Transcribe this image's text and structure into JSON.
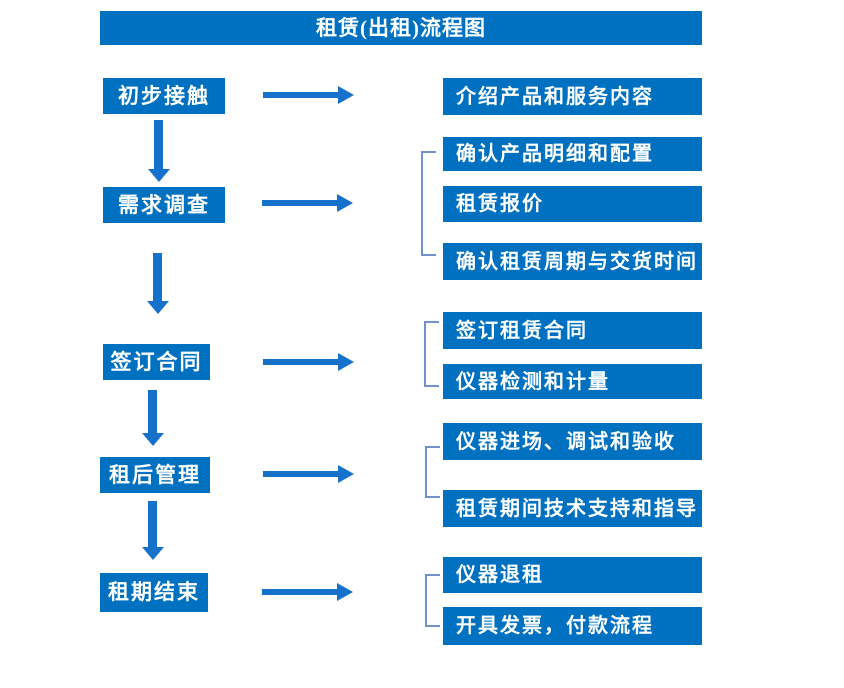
{
  "title": "租赁(出租)流程图",
  "colors": {
    "box_blue": "#0070C0",
    "arrow_blue": "#1571C9",
    "bracket_blue": "#7091C9",
    "text_white": "#FFFFFF",
    "background": "#FFFFFF"
  },
  "steps": [
    {
      "label": "初步接触",
      "details": [
        "介绍产品和服务内容"
      ]
    },
    {
      "label": "需求调查",
      "details": [
        "确认产品明细和配置",
        "租赁报价",
        "确认租赁周期与交货时间"
      ]
    },
    {
      "label": "签订合同",
      "details": [
        "签订租赁合同",
        "仪器检测和计量"
      ]
    },
    {
      "label": "租后管理",
      "details": [
        "仪器进场、调试和验收",
        "租赁期间技术支持和指导"
      ]
    },
    {
      "label": "租期结束",
      "details": [
        "仪器退租",
        "开具发票，付款流程"
      ]
    }
  ]
}
